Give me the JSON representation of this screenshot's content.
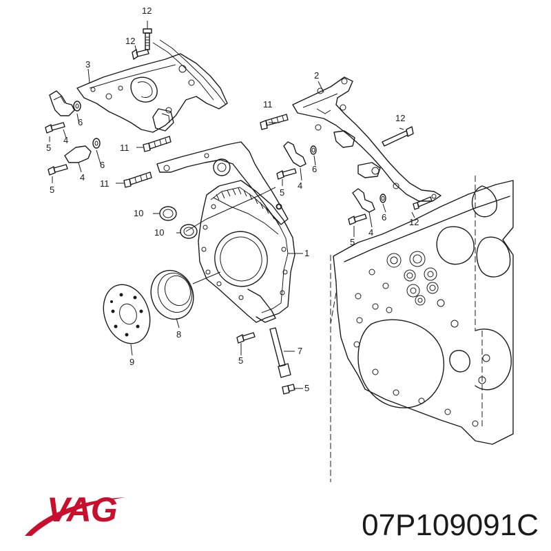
{
  "brand": {
    "logo_text": "VAG",
    "color": "#c8102e"
  },
  "part_number": "07P109091C",
  "callouts": [
    {
      "id": "c12a",
      "label": "12"
    },
    {
      "id": "c12b",
      "label": "12"
    },
    {
      "id": "c3",
      "label": "3"
    },
    {
      "id": "c2",
      "label": "2"
    },
    {
      "id": "c6a",
      "label": "6"
    },
    {
      "id": "c4a",
      "label": "4"
    },
    {
      "id": "c5a",
      "label": "5"
    },
    {
      "id": "c11a",
      "label": "11"
    },
    {
      "id": "c6b",
      "label": "6"
    },
    {
      "id": "c4b",
      "label": "4"
    },
    {
      "id": "c5b",
      "label": "5"
    },
    {
      "id": "c11b",
      "label": "11"
    },
    {
      "id": "c11c",
      "label": "11"
    },
    {
      "id": "c12c",
      "label": "12"
    },
    {
      "id": "c5c",
      "label": "5"
    },
    {
      "id": "c6c",
      "label": "6"
    },
    {
      "id": "c4c",
      "label": "4"
    },
    {
      "id": "c10a",
      "label": "10"
    },
    {
      "id": "c10b",
      "label": "10"
    },
    {
      "id": "c12d",
      "label": "12"
    },
    {
      "id": "c6d",
      "label": "6"
    },
    {
      "id": "c5d",
      "label": "5"
    },
    {
      "id": "c4d",
      "label": "4"
    },
    {
      "id": "c1",
      "label": "1"
    },
    {
      "id": "c9",
      "label": "9"
    },
    {
      "id": "c8",
      "label": "8"
    },
    {
      "id": "c7",
      "label": "7"
    },
    {
      "id": "c5e",
      "label": "5"
    },
    {
      "id": "c5f",
      "label": "5"
    }
  ]
}
